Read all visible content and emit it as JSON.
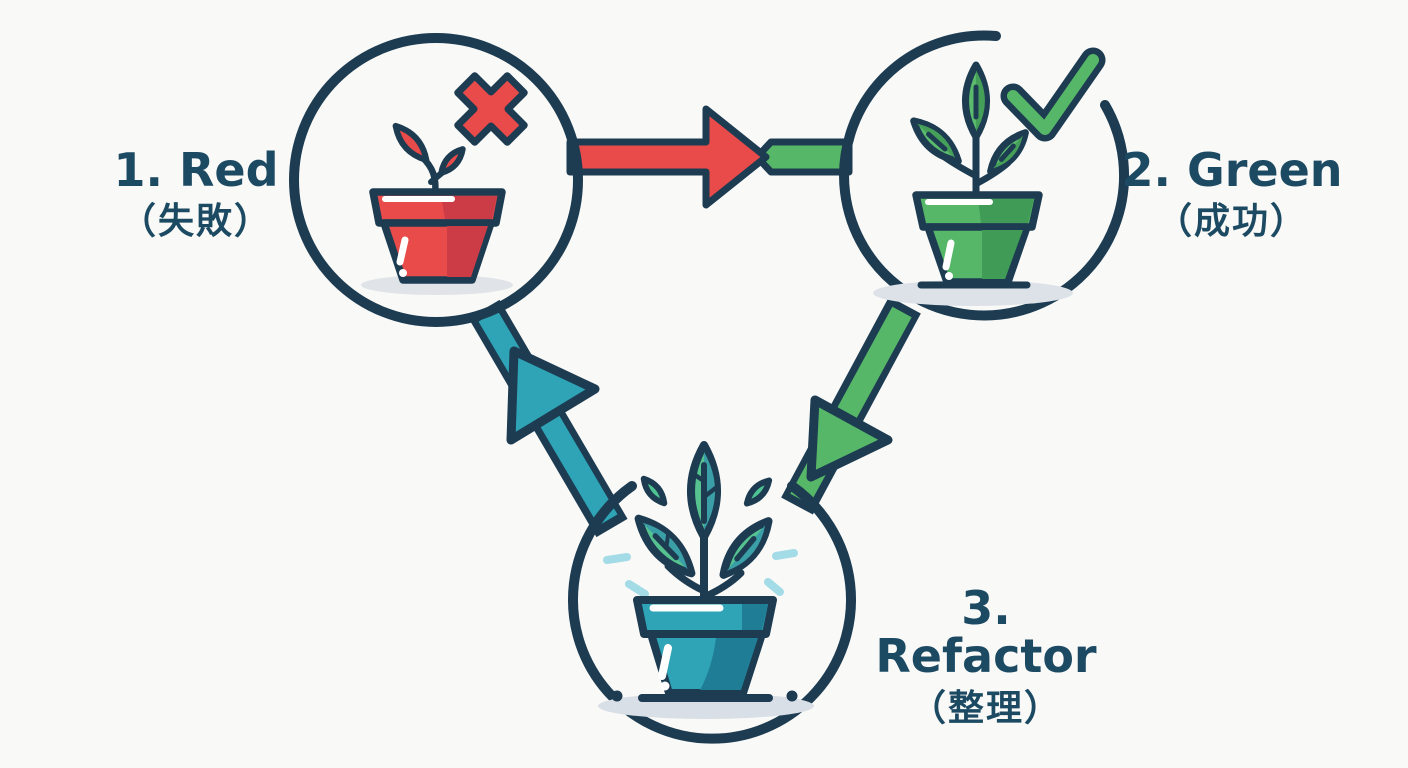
{
  "diagram": "tdd-red-green-refactor-cycle",
  "nodes": [
    {
      "id": "red",
      "label": "1. Red",
      "sublabel": "（失敗）",
      "icon": "red-potted-sprout",
      "mark": "cross-mark",
      "color": "#e84b4a"
    },
    {
      "id": "green",
      "label": "2. Green",
      "sublabel": "（成功）",
      "icon": "green-potted-plant",
      "mark": "check-mark",
      "color": "#57b768"
    },
    {
      "id": "refactor",
      "label": "3. Refactor",
      "sublabel": "（整理）",
      "icon": "teal-potted-plant",
      "mark": "",
      "color": "#2ea4b6"
    }
  ],
  "arrows": [
    {
      "from": "red",
      "to": "green",
      "color": "#e84b4a",
      "tail_color": "#57b768",
      "direction": "right"
    },
    {
      "from": "green",
      "to": "refactor",
      "color": "#57b768",
      "direction": "down-left"
    },
    {
      "from": "refactor",
      "to": "red",
      "color": "#2ea4b6",
      "direction": "up-left"
    }
  ],
  "colors": {
    "background": "#f9f9f7",
    "outline": "#1d3c52",
    "text": "#1d4a63",
    "red": "#e84b4a",
    "red_dark": "#cb3c46",
    "green": "#57b768",
    "green_dark": "#3f9b55",
    "teal": "#2ea4b6",
    "teal_dark": "#1f7e95",
    "leaf_light": "#55c28f",
    "leaf_teal": "#3b9fa8",
    "sparkle": "#a3dbe7",
    "shadow": "#dde2e8"
  }
}
